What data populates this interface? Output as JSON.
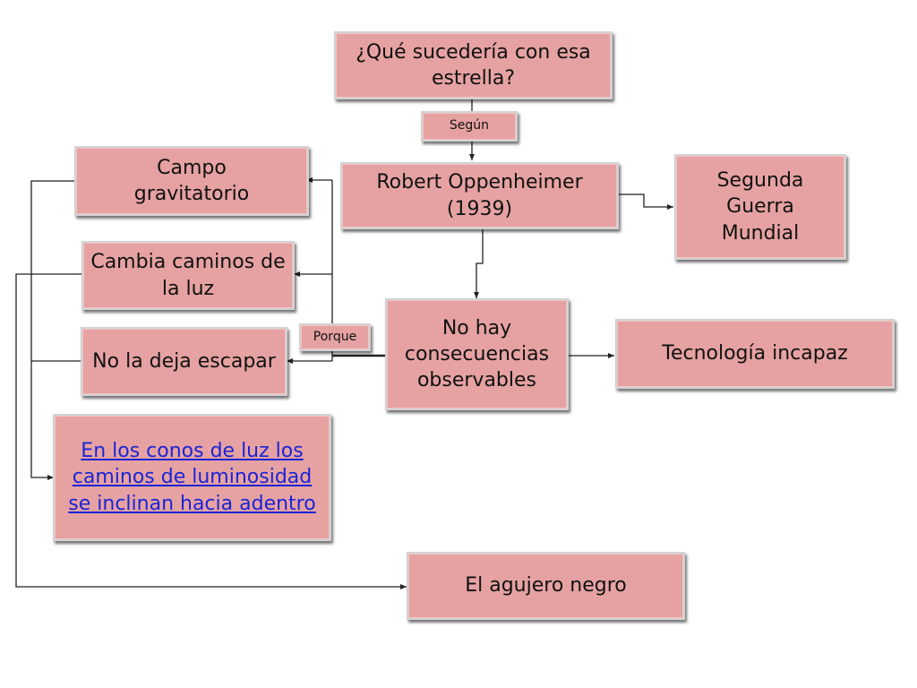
{
  "diagram": {
    "colors": {
      "node_fill": "#e6a2a2",
      "node_border": "#d2d2d2",
      "link_text": "#1a24d6",
      "connector": "#222222"
    },
    "nodes": {
      "question": "¿Qué sucedería con esa estrella?",
      "segun": "Según",
      "oppenheimer": "Robert Oppenheimer (1939)",
      "segunda_guerra": "Segunda Guerra Mundial",
      "campo": "Campo gravitatorio",
      "cambia": "Cambia caminos de la luz",
      "no_deja": "No la deja escapar",
      "porque": "Porque",
      "no_hay": "No hay consecuencias observables",
      "tecnologia": "Tecnología incapaz",
      "conos": "En los conos de luz los caminos de luminosidad se inclinan hacia adentro",
      "agujero": "El agujero negro"
    },
    "edges": [
      {
        "from": "question",
        "to": "segun"
      },
      {
        "from": "segun",
        "to": "oppenheimer"
      },
      {
        "from": "oppenheimer",
        "to": "segunda_guerra"
      },
      {
        "from": "oppenheimer",
        "to": "no_hay"
      },
      {
        "from": "no_hay",
        "to": "tecnologia"
      },
      {
        "from": "no_hay",
        "to": "campo"
      },
      {
        "from": "no_hay",
        "to": "cambia"
      },
      {
        "from": "no_hay",
        "to": "no_deja"
      },
      {
        "from": "campo",
        "to": "conos"
      },
      {
        "from": "no_deja",
        "to": "conos"
      },
      {
        "from": "cambia",
        "to": "agujero"
      }
    ]
  }
}
